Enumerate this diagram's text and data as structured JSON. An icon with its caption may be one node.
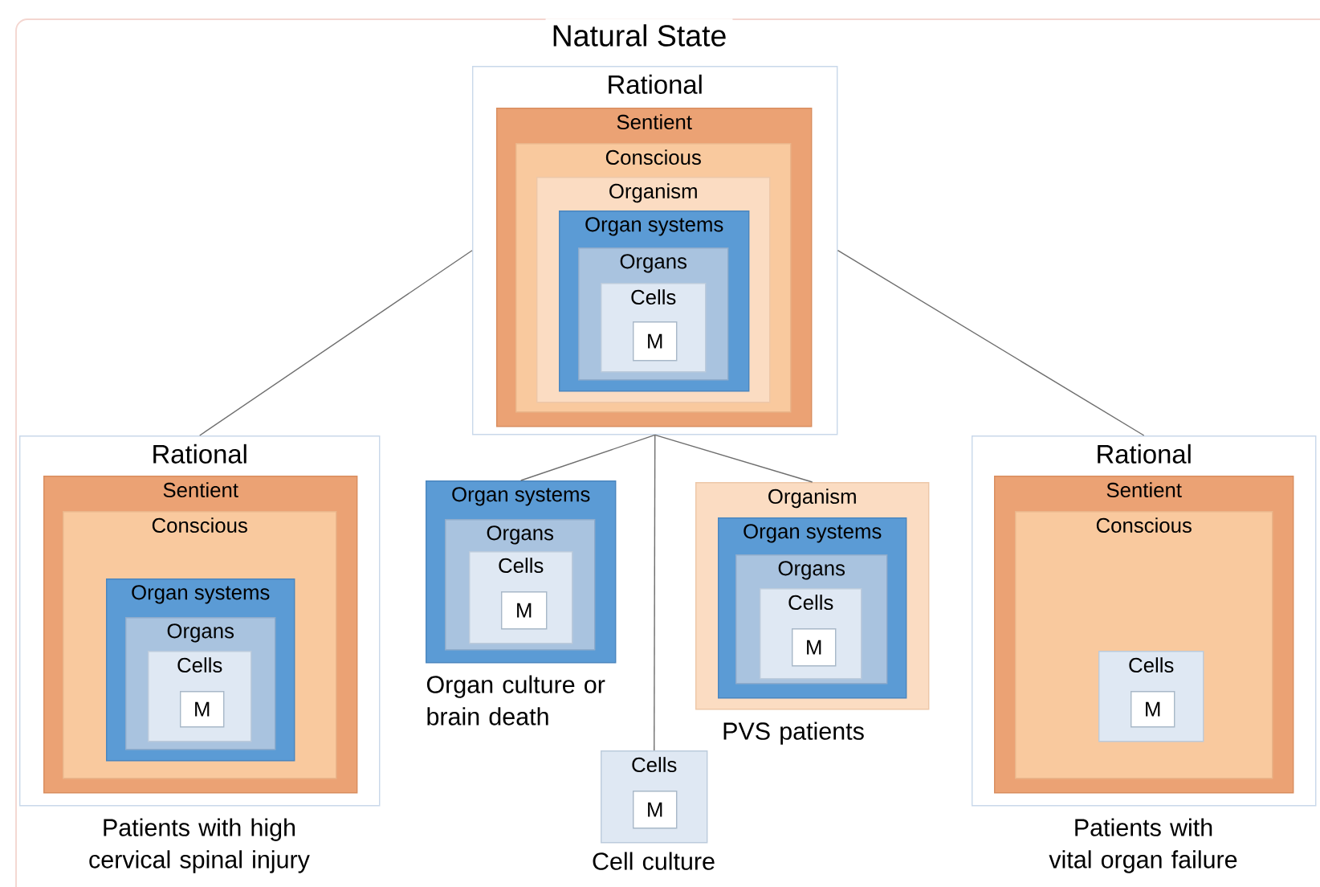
{
  "diagram": {
    "title": "Natural State",
    "nodes": [
      {
        "text": [
          "Rational"
        ]
      },
      {
        "text": [
          "Sentient"
        ],
        "in": 0
      },
      {
        "text": [
          "Conscious"
        ],
        "in": 1
      },
      {
        "text": [
          "Organism"
        ],
        "in": 2
      },
      {
        "text": [
          "Organ systems"
        ],
        "in": 3
      },
      {
        "text": [
          "Organs"
        ],
        "in": 4
      },
      {
        "text": [
          "Cells"
        ],
        "in": 5
      },
      {
        "text": [
          "M"
        ],
        "in": 6
      },
      {
        "text": [
          "Rational"
        ],
        "beside": [
          "Patients with high cervical spinal injury"
        ]
      },
      {
        "text": [
          "Sentient"
        ],
        "in": 8
      },
      {
        "text": [
          "Conscious"
        ],
        "in": 9
      },
      {
        "text": [
          "Organ systems"
        ],
        "in": 10
      },
      {
        "text": [
          "Organs"
        ],
        "in": 11
      },
      {
        "text": [
          "Cells"
        ],
        "in": 12
      },
      {
        "text": [
          "M"
        ],
        "in": 13
      },
      {
        "text": [
          "Organ systems"
        ],
        "beside": [
          "Organ culture or brain death"
        ]
      },
      {
        "text": [
          "Organs"
        ],
        "in": 15
      },
      {
        "text": [
          "Cells"
        ],
        "in": 16
      },
      {
        "text": [
          "M"
        ],
        "in": 17
      },
      {
        "text": [
          "Cells"
        ],
        "beside": [
          "Cell culture"
        ]
      },
      {
        "text": [
          "M"
        ],
        "in": 19
      },
      {
        "text": [
          "Organism"
        ],
        "beside": [
          "PVS patients"
        ]
      },
      {
        "text": [
          "Organ systems"
        ],
        "in": 21
      },
      {
        "text": [
          "Organs"
        ],
        "in": 22
      },
      {
        "text": [
          "Cells"
        ],
        "in": 23
      },
      {
        "text": [
          "M"
        ],
        "in": 24
      },
      {
        "text": [
          "Rational"
        ],
        "beside": [
          "Patients with vital organ failure"
        ]
      },
      {
        "text": [
          "Sentient"
        ],
        "in": 26
      },
      {
        "text": [
          "Conscious"
        ],
        "in": 27
      },
      {
        "text": [
          "Cells"
        ],
        "in": 28
      },
      {
        "text": [
          "M"
        ],
        "in": 29
      }
    ],
    "edges": [
      {
        "from": 0,
        "to": 8,
        "arrow": "none"
      },
      {
        "from": 0,
        "to": 15,
        "arrow": "none"
      },
      {
        "from": 0,
        "to": 19,
        "arrow": "none"
      },
      {
        "from": 0,
        "to": 21,
        "arrow": "none"
      },
      {
        "from": 0,
        "to": 26,
        "arrow": "none"
      }
    ]
  }
}
